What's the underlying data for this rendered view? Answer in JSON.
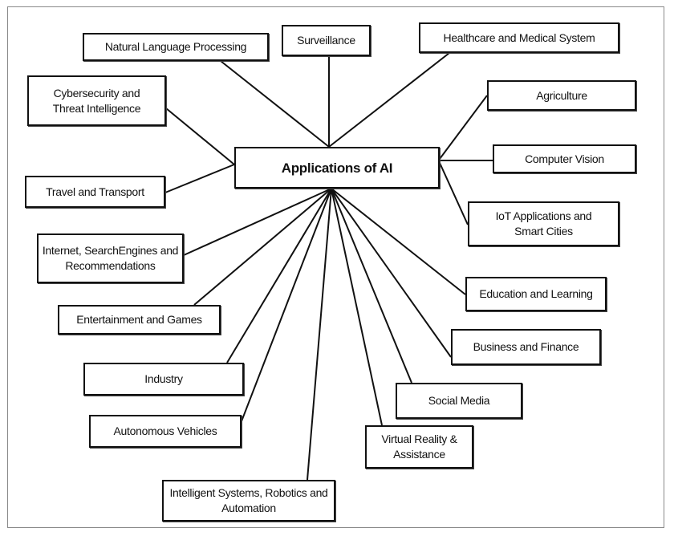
{
  "center": "Applications of AI",
  "nodes": {
    "nlp": "Natural Language Processing",
    "surveillance": "Surveillance",
    "healthcare": "Healthcare and Medical System",
    "cyber": "Cybersecurity and Threat Intelligence",
    "agriculture": "Agriculture",
    "vision": "Computer Vision",
    "travel": "Travel and Transport",
    "iot": "IoT Applications and Smart Cities",
    "internet": "Internet, SearchEngines and Recommendations",
    "education": "Education and Learning",
    "entertainment": "Entertainment and Games",
    "business": "Business and Finance",
    "industry": "Industry",
    "social": "Social Media",
    "autonomous": "Autonomous Vehicles",
    "vr": "Virtual Reality & Assistance",
    "intelligent": "Intelligent Systems, Robotics and Automation"
  }
}
